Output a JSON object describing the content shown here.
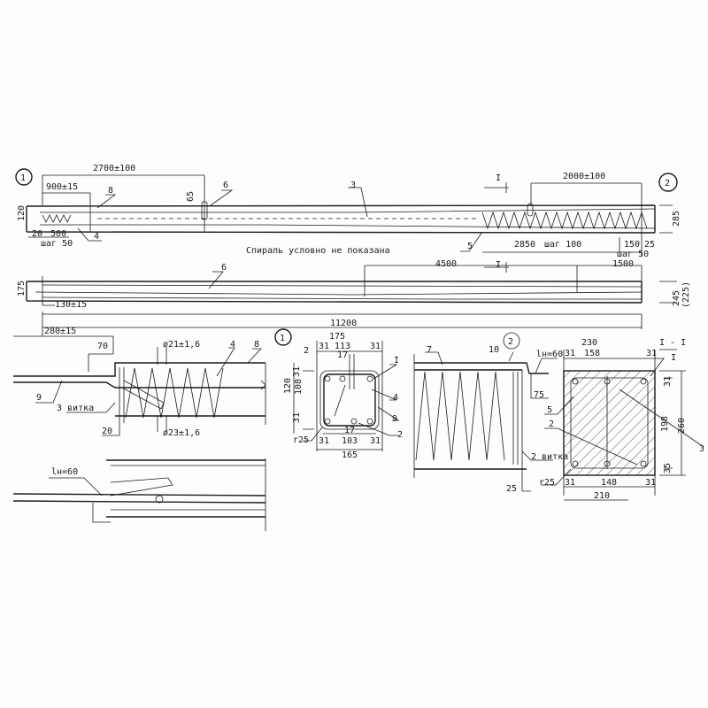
{
  "title_note": "Спираль условно не показана",
  "callouts": {
    "c1_top": "1",
    "c2_top": "2",
    "c1_section": "1",
    "c2_detail": "2"
  },
  "labels": {
    "len_2700": "2700±100",
    "len_900": "900±15",
    "pos_8_top": "8",
    "dim_65": "65",
    "pos_6_top": "6",
    "pos_3_top": "3",
    "h_120": "120",
    "dim_20": "20",
    "dim_500": "500",
    "step_50_left": "шаг 50",
    "pos_4_top": "4",
    "sec_mark_top": "I",
    "len_2000": "2000±100",
    "h_285": "285",
    "pos_5_top": "5",
    "len_2850": "2850",
    "step_100": "шаг 100",
    "dim_150": "150",
    "dim_25_top": "25",
    "step_50_right": "шаг 50",
    "sec_mark_bottom": "I",
    "pos_6_plan": "6",
    "len_4500": "4500",
    "len_1500": "1500",
    "w_175_plan": "175",
    "len_130": "130±15",
    "len_280": "280±15",
    "w_245": "245",
    "w_225": "(225)",
    "len_11200": "11200",
    "d1_70": "70",
    "d1_phi21": "ø21±1,6",
    "d1_pos4": "4",
    "d1_pos8": "8",
    "d1_pos9": "9",
    "d1_turns": "3 витка",
    "d1_20": "20",
    "d1_phi23": "ø23±1,6",
    "d1_lap": "lн=60",
    "s1_175": "175",
    "s1_31a": "31",
    "s1_113": "113",
    "s1_31b": "31",
    "s1_pos2a": "2",
    "s1_posI": "I",
    "s1_17a": "17",
    "s1_31c": "31",
    "s1_120": "120",
    "s1_108": "108",
    "s1_pos4": "4",
    "s1_pos9": "9",
    "s1_31d": "31",
    "s1_pos2b": "2",
    "s1_r25": "r25",
    "s1_17b": "17",
    "s1_31e": "31",
    "s1_103": "103",
    "s1_31f": "31",
    "s1_165": "165",
    "d2_pos7": "7",
    "d2_pos10": "10",
    "d2_lap": "lн=60",
    "d2_75": "75",
    "d2_turns": "2 витка",
    "d2_25": "25",
    "ss_230": "230",
    "ss_title": "I - I",
    "ss_31a": "31",
    "ss_158": "158",
    "ss_31b": "31",
    "ss_posI": "I",
    "ss_31c": "31",
    "ss_198": "198",
    "ss_260": "260",
    "ss_pos5": "5",
    "ss_pos2": "2",
    "ss_pos3": "3",
    "ss_r25": "r25",
    "ss_31d": "31",
    "ss_148": "148",
    "ss_31e": "31",
    "ss_210": "210",
    "ss_35": "35"
  }
}
